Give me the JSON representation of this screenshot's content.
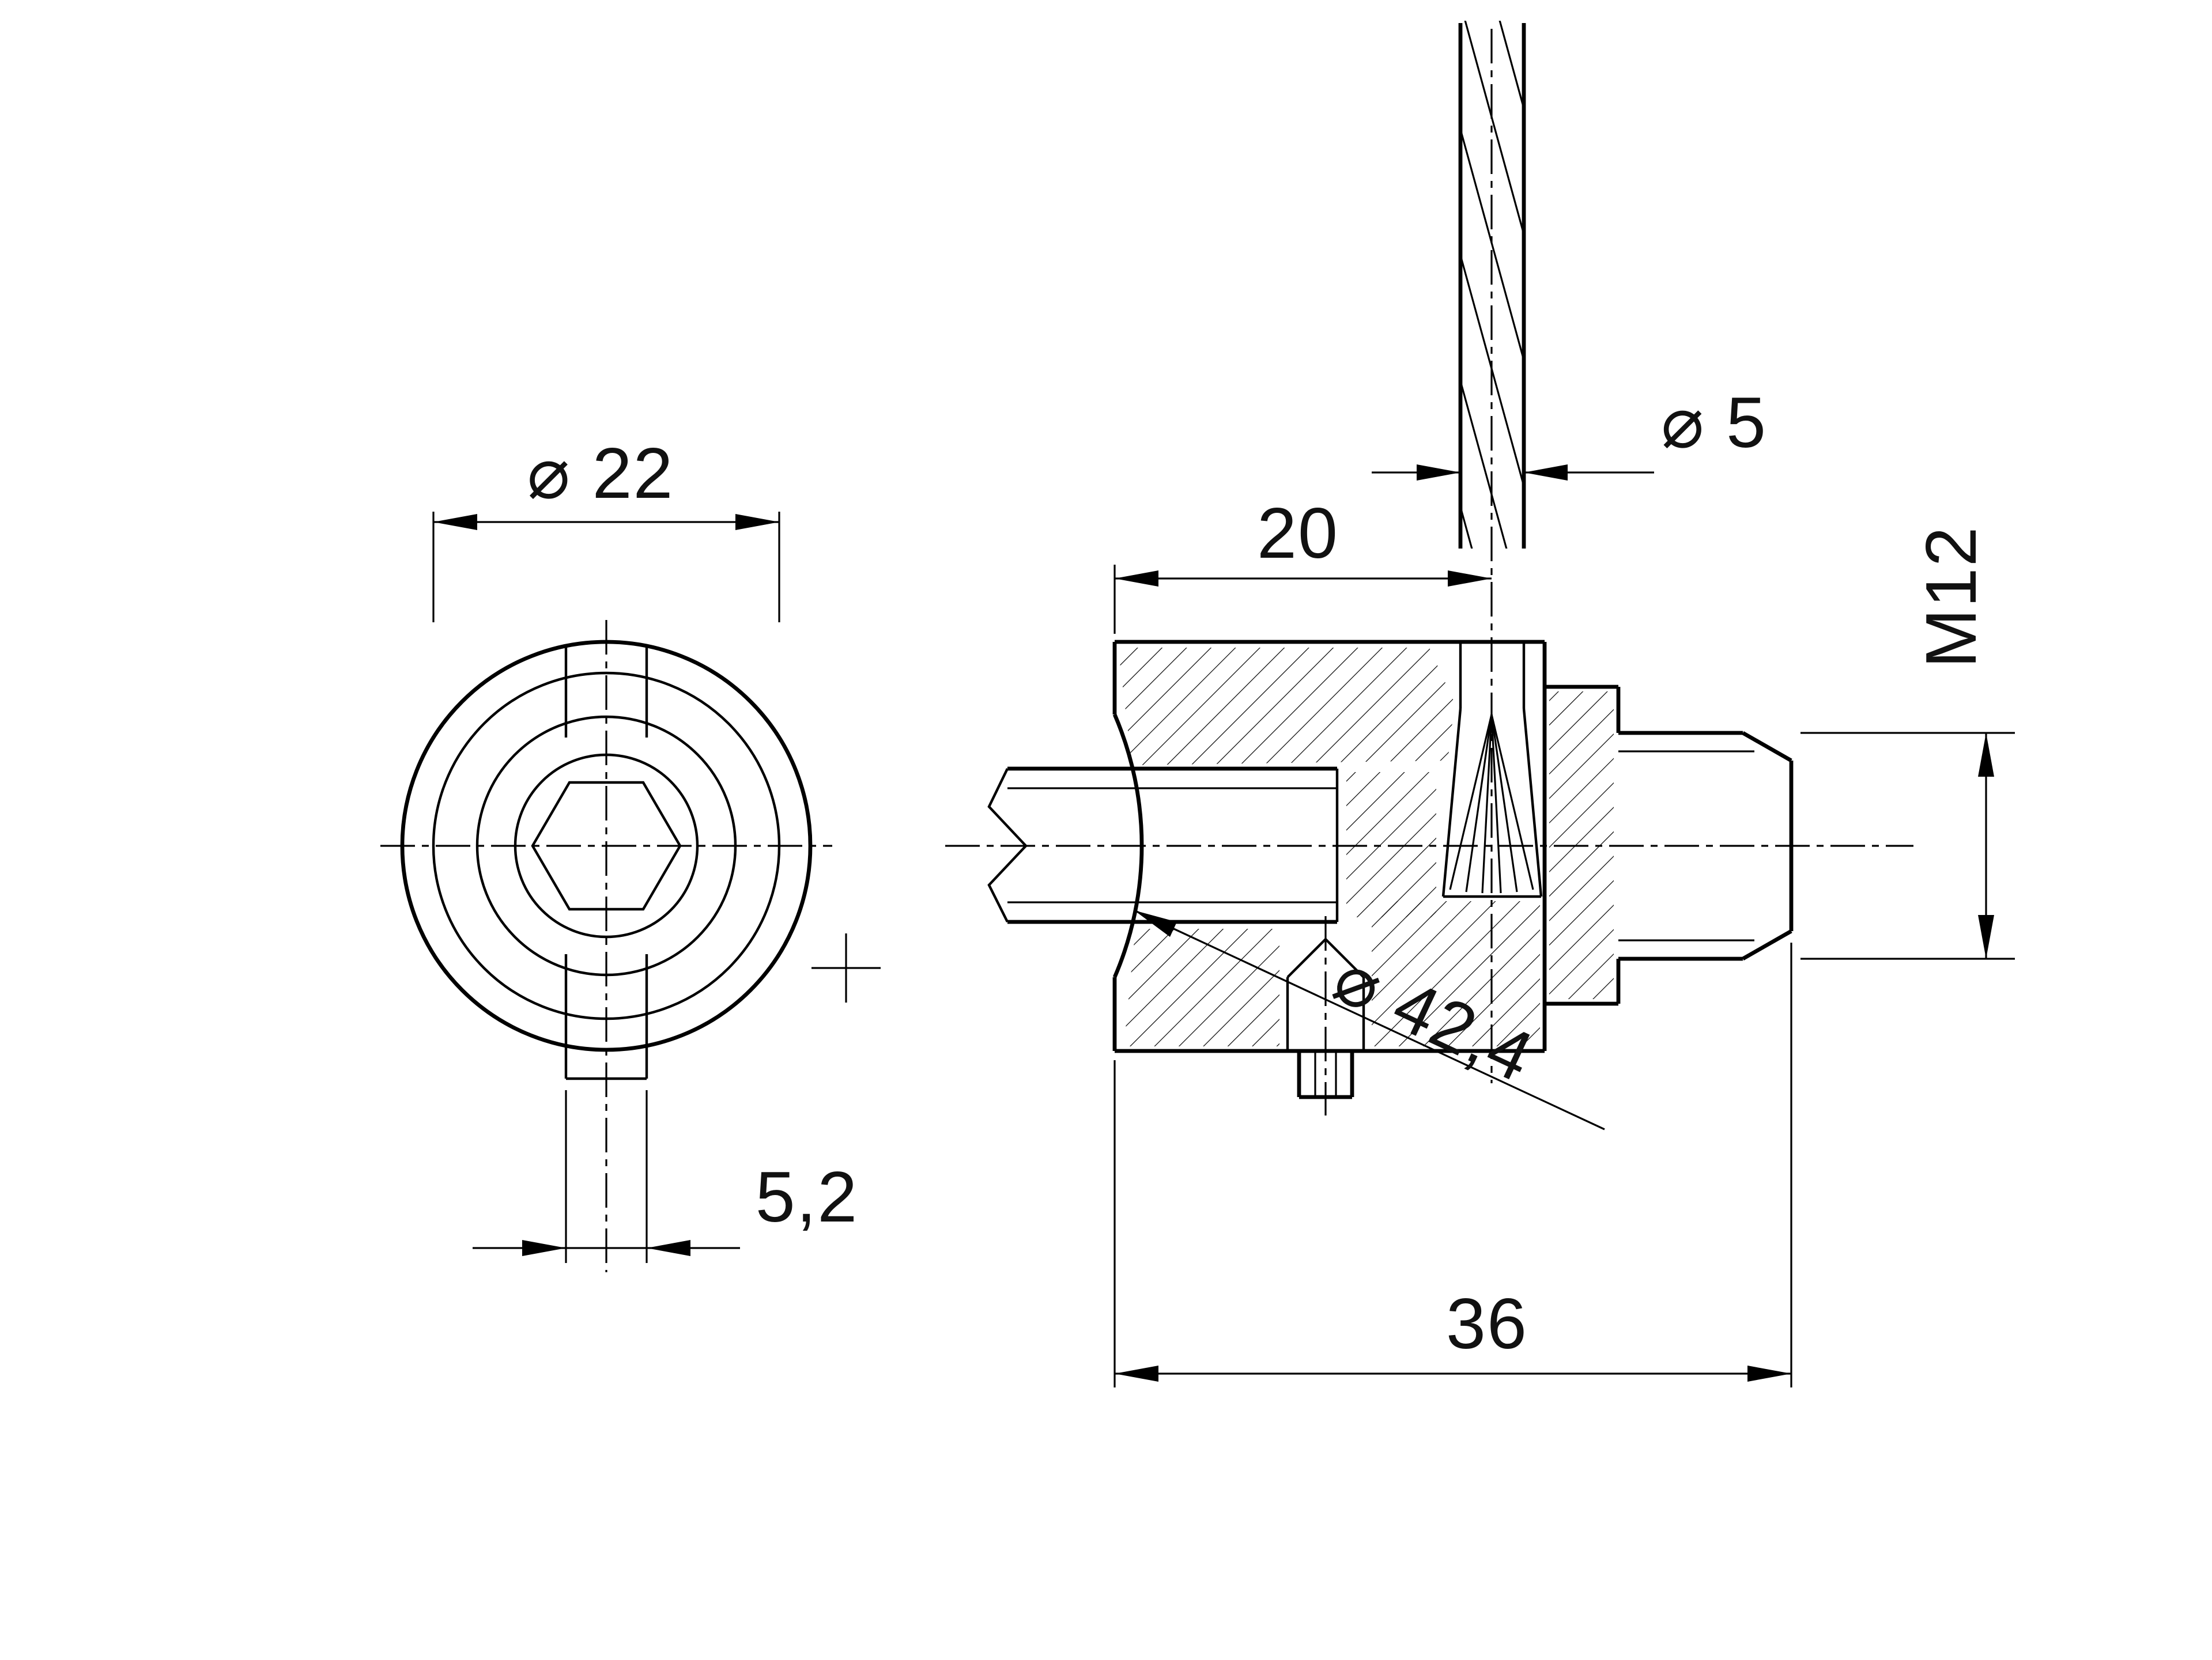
{
  "labels": {
    "front_diameter": "⌀ 22",
    "slot_width": "5,2",
    "boss_length": "20",
    "cable_diameter": "⌀ 5",
    "thread_size": "M12",
    "tube_diameter": "⌀ 42,4",
    "overall_length": "36"
  },
  "colors": {
    "line": "#000000",
    "background": "#ffffff"
  }
}
